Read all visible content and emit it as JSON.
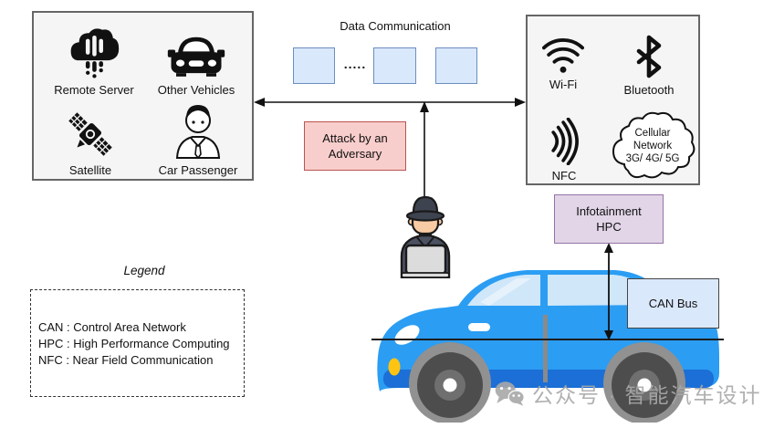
{
  "external_network": {
    "items": [
      {
        "icon": "cloud-server-icon",
        "label": "Remote Server"
      },
      {
        "icon": "car-front-icon",
        "label": "Other Vehicles"
      },
      {
        "icon": "satellite-icon",
        "label": "Satellite"
      },
      {
        "icon": "passenger-icon",
        "label": "Car Passenger"
      }
    ]
  },
  "data_communication": {
    "title": "Data Communication",
    "dots": "....."
  },
  "attack": {
    "line1": "Attack by an",
    "line2": "Adversary"
  },
  "wireless": {
    "wifi_label": "Wi-Fi",
    "bluetooth_label": "Bluetooth",
    "nfc_label": "NFC",
    "cellular": {
      "line1": "Cellular",
      "line2": "Network",
      "line3": "3G/ 4G/ 5G"
    }
  },
  "infotainment": {
    "line1": "Infotainment",
    "line2": "HPC"
  },
  "can_bus": {
    "label": "CAN Bus"
  },
  "legend": {
    "title": "Legend",
    "entries": [
      "CAN : Control Area Network",
      "HPC : High Performance Computing",
      "NFC : Near Field Communication"
    ]
  },
  "watermark": {
    "text": "公众号 · 智能汽车设计"
  },
  "colors": {
    "panel_fill": "#f5f5f5",
    "panel_border": "#666666",
    "packet_fill": "#dae8fc",
    "packet_border": "#6c8ebf",
    "attack_fill": "#f8cecc",
    "attack_border": "#b85450",
    "infotainment_fill": "#e1d5e7",
    "infotainment_border": "#9673a6",
    "canbus_fill": "#dae8fc",
    "car_body_blue": "#2b9df3"
  }
}
